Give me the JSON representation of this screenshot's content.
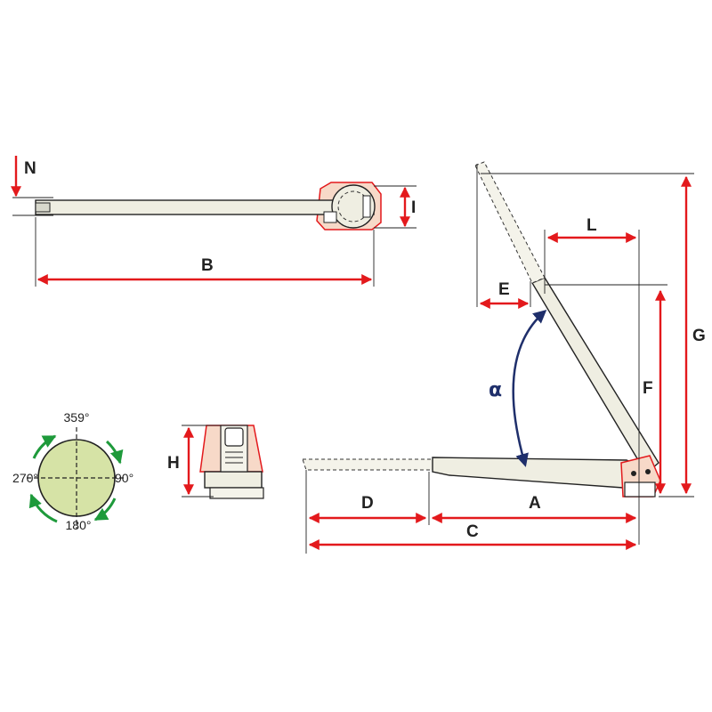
{
  "labels": {
    "n": "N",
    "i": "I",
    "b": "B",
    "h": "H",
    "l": "L",
    "e": "E",
    "g": "G",
    "f": "F",
    "alpha": "α",
    "d": "D",
    "a": "A",
    "c": "C"
  },
  "rotation": {
    "top": "359°",
    "right": "90°",
    "bottom": "180°",
    "left": "270°"
  },
  "colors": {
    "dimension": "#e3191c",
    "arm_fill": "#efeee2",
    "base_plate": "#f7d9c8",
    "dial_fill": "#d6e3a6",
    "rotation_arrows": "#1e9a3b",
    "angle_arrow": "#1f2f6b"
  }
}
